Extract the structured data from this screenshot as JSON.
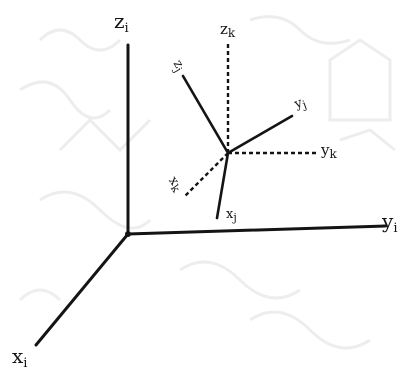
{
  "labels": {
    "zi": "z",
    "zi_sub": "i",
    "yi": "y",
    "yi_sub": "i",
    "xi": "x",
    "xi_sub": "i",
    "zk": "z",
    "zk_sub": "k",
    "yk": "y",
    "yk_sub": "k",
    "xk": "x",
    "xk_sub": "k",
    "zj": "z",
    "zj_sub": "j",
    "yj": "y",
    "yj_sub": "j",
    "xj": "x",
    "xj_sub": "j"
  },
  "colors": {
    "ink": "#141414",
    "watermark": "#ececec"
  }
}
